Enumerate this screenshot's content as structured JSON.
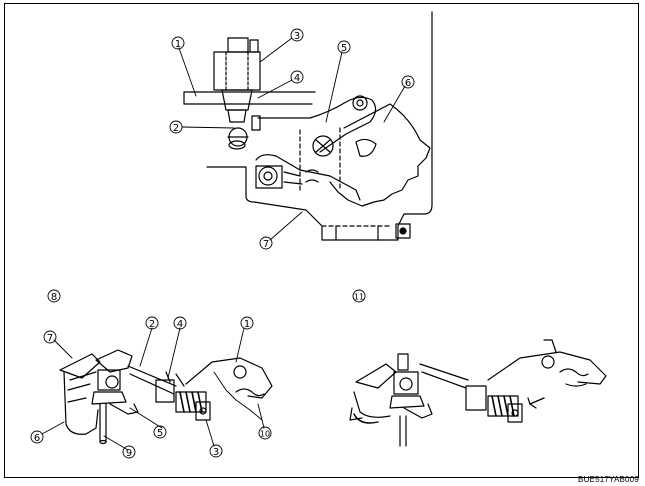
{
  "diagram": {
    "image_code": "BUE517YAB009",
    "top_view_callouts": [
      "1",
      "2",
      "3",
      "4",
      "5",
      "6",
      "7"
    ],
    "section_labels": [
      "8",
      "11"
    ],
    "view_8_callouts": [
      "7",
      "2",
      "4",
      "1",
      "6",
      "5",
      "9",
      "3",
      "10"
    ],
    "colors": {
      "line": "#000000",
      "background": "#ffffff"
    }
  }
}
